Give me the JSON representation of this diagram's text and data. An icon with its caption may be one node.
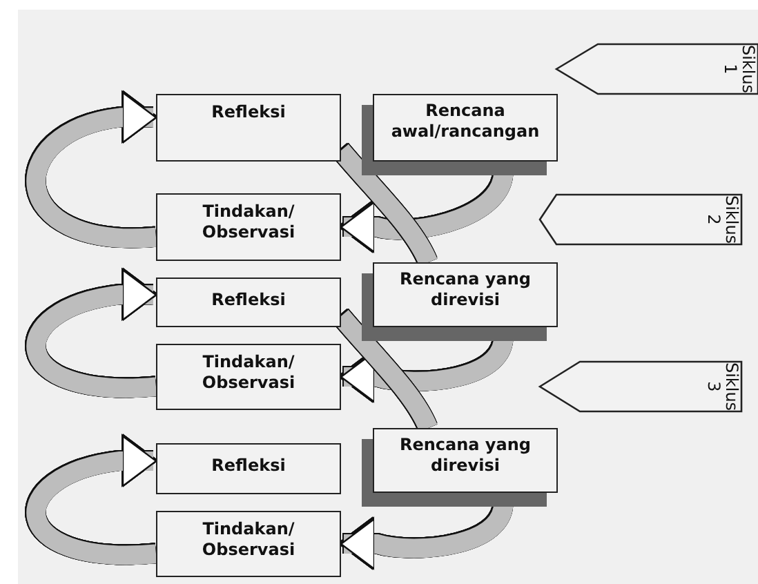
{
  "diagram": {
    "nodes": [
      {
        "text": [
          "Siklus 1"
        ]
      },
      {
        "text": [
          "Refleksi"
        ]
      },
      {
        "text": [
          "Rencana awal/rancangan"
        ]
      },
      {
        "text": [
          "Tindakan/ Observasi"
        ]
      },
      {
        "text": [
          "Siklus 2"
        ]
      },
      {
        "text": [
          "Rencana yang direvisi"
        ]
      },
      {
        "text": [
          "Refleksi"
        ]
      },
      {
        "text": [
          "Tindakan/ Observasi"
        ]
      },
      {
        "text": [
          "Siklus 3"
        ]
      },
      {
        "text": [
          "Rencana yang direvisi"
        ]
      },
      {
        "text": [
          "Refleksi"
        ]
      },
      {
        "text": [
          "Tindakan/ Observasi"
        ]
      }
    ],
    "edges": [
      {
        "from": 3,
        "to": 1,
        "arrow": "to"
      },
      {
        "from": 7,
        "to": 6,
        "arrow": "to"
      },
      {
        "from": 11,
        "to": 10,
        "arrow": "to"
      },
      {
        "from": 2,
        "to": 3,
        "arrow": "to"
      },
      {
        "from": 5,
        "to": 7,
        "arrow": "to"
      },
      {
        "from": 9,
        "to": 11,
        "arrow": "to"
      },
      {
        "from": 1,
        "to": 5,
        "arrow": "none"
      },
      {
        "from": 6,
        "to": 9,
        "arrow": "none"
      }
    ]
  }
}
